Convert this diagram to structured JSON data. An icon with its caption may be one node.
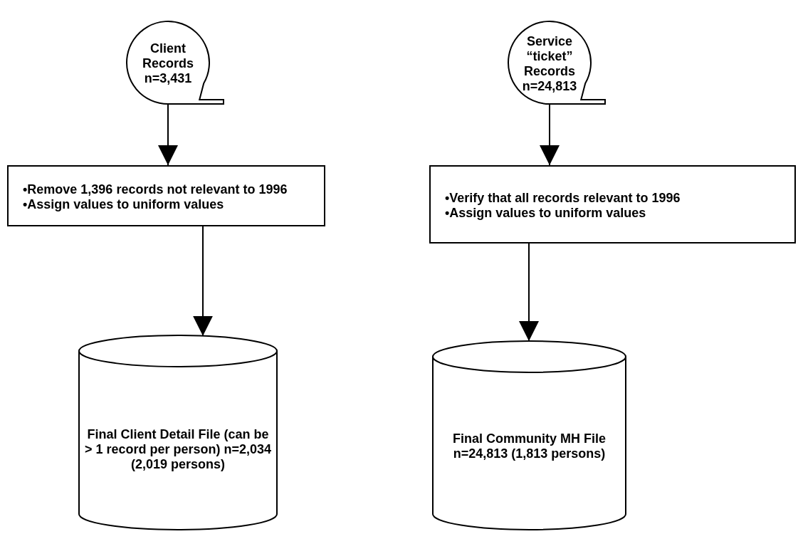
{
  "diagram": {
    "nodes": [
      {
        "text": [
          "Client Records n=3,431"
        ]
      },
      {
        "text": [
          "Service “ticket” Records n=24,813"
        ]
      },
      {
        "text": [
          "•Remove 1,396 records not relevant to 1996",
          "•Assign values to uniform values"
        ]
      },
      {
        "text": [
          "•Verify that all records relevant to 1996",
          "•Assign values to uniform values"
        ]
      },
      {
        "text": [
          "Final Client Detail File (can be > 1 record per person) n=2,034 (2,019 persons)"
        ]
      },
      {
        "text": [
          "Final Community MH File n=24,813 (1,813 persons)"
        ]
      }
    ],
    "edges": [
      {
        "from": 0,
        "to": 2,
        "arrow": "to"
      },
      {
        "from": 2,
        "to": 4,
        "arrow": "to"
      },
      {
        "from": 1,
        "to": 3,
        "arrow": "to"
      },
      {
        "from": 3,
        "to": 5,
        "arrow": "to"
      }
    ]
  }
}
